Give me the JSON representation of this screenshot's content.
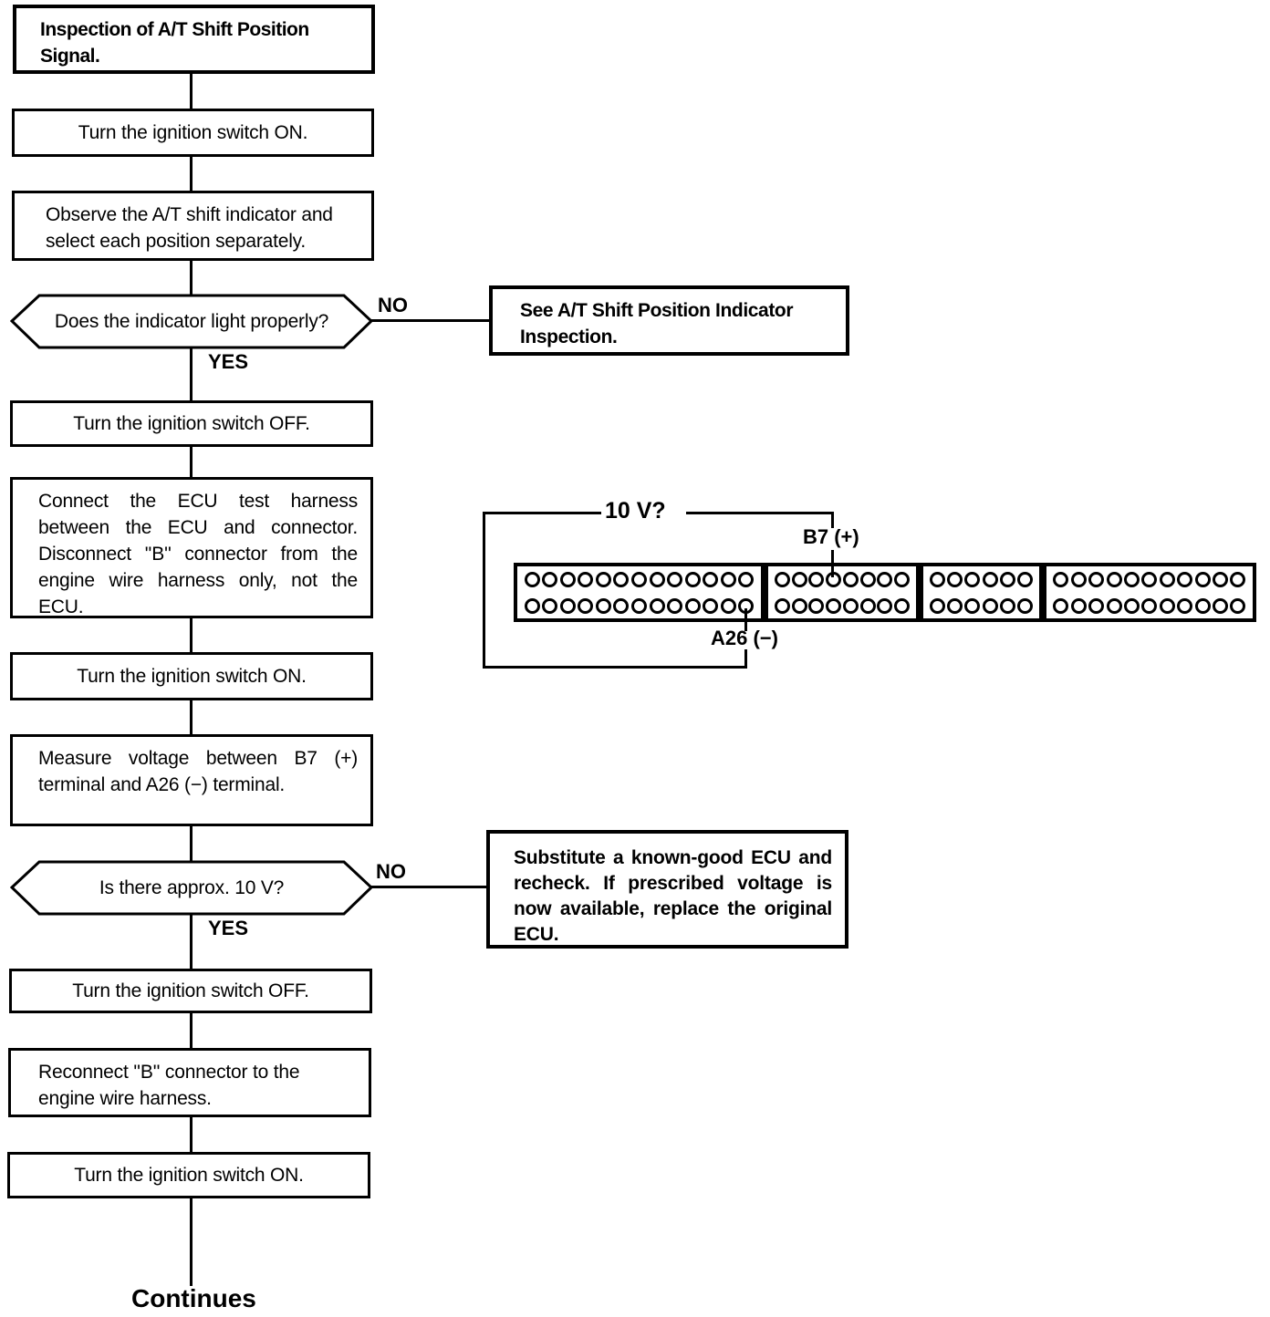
{
  "colors": {
    "ink": "#000000",
    "paper": "#ffffff"
  },
  "flow": {
    "title": "Inspection of A/T Shift Position Signal.",
    "step_ignition_on_1": "Turn the ignition switch ON.",
    "step_observe": "Observe the A/T shift indicator and select each position separately.",
    "decision_indicator": "Does the indicator light properly?",
    "decision_indicator_no": "NO",
    "decision_indicator_yes": "YES",
    "ref_see_inspection": "See A/T Shift Position Indicator Inspection.",
    "step_ignition_off_1": "Turn the ignition switch OFF.",
    "step_connect_harness": "Connect the ECU test harness between the ECU and connector. Disconnect ''B'' connector from the engine wire harness only, not the ECU.",
    "step_ignition_on_2": "Turn the ignition switch ON.",
    "step_measure_voltage": "Measure voltage between B7 (+) terminal and A26 (−) terminal.",
    "decision_voltage": "Is there approx. 10 V?",
    "decision_voltage_no": "NO",
    "decision_voltage_yes": "YES",
    "action_substitute_ecu": "Substitute a known-good ECU and recheck. If prescribed voltage is now available, replace the original ECU.",
    "step_ignition_off_2": "Turn the ignition switch OFF.",
    "step_reconnect": "Reconnect ''B'' connector to the engine wire harness.",
    "step_ignition_on_3": "Turn the ignition switch ON.",
    "footer_continues": "Continues"
  },
  "connector_diagram": {
    "measurement_label": "10 V?",
    "positive_terminal_label": "B7 (+)",
    "negative_terminal_label": "A26 (−)",
    "groups": [
      {
        "rows": 2,
        "pins_per_row": 13
      },
      {
        "rows": 2,
        "pins_per_row": 8
      },
      {
        "rows": 2,
        "pins_per_row": 6
      },
      {
        "rows": 2,
        "pins_per_row": 11
      }
    ]
  }
}
